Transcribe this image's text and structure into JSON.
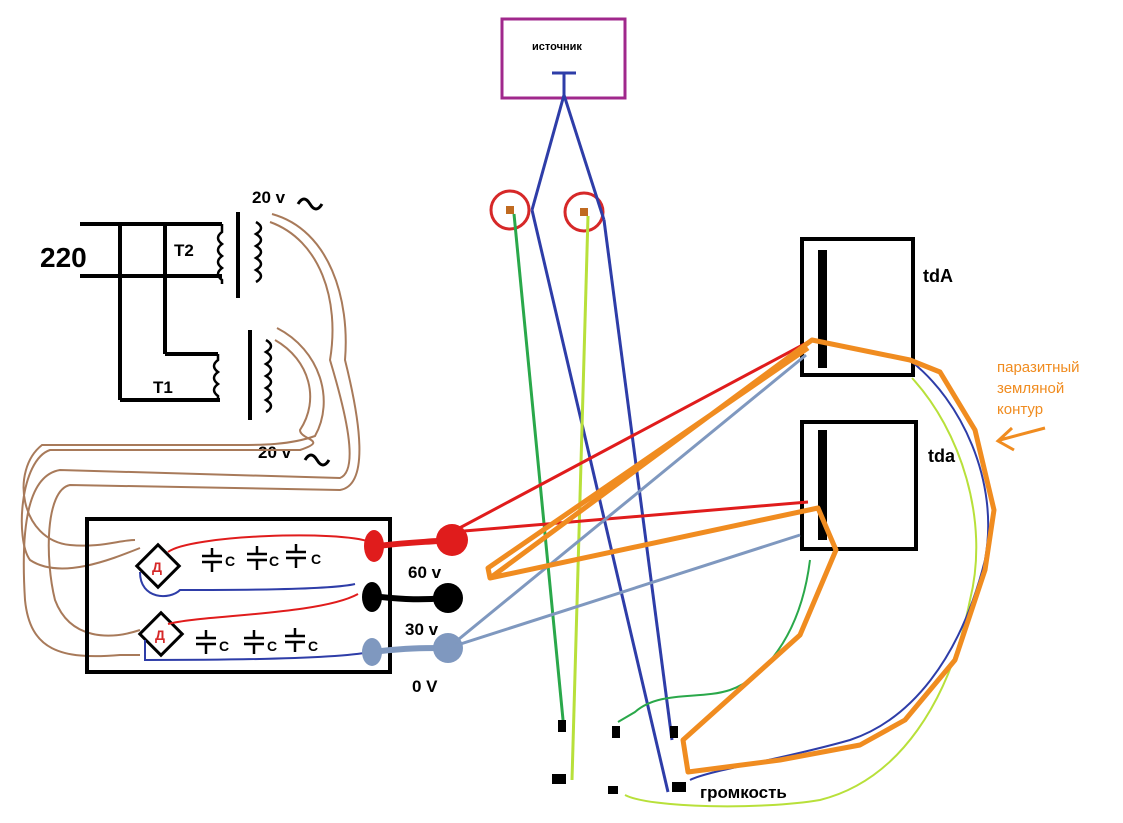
{
  "labels": {
    "mains_voltage": "220",
    "transformer_t2": "T2",
    "transformer_t1": "T1",
    "winding_t2_voltage": "20 v",
    "winding_t1_voltage": "20 v",
    "source": "источник",
    "amp_a": "tdA",
    "amp_b": "tda",
    "rail_60": "60 v",
    "rail_30": "30 v",
    "rail_0": "0 V",
    "volume": "громкость",
    "ground_loop_line1": "паразитный",
    "ground_loop_line2": "земляной",
    "ground_loop_line3": "контур",
    "diode_bridge": "Д",
    "capacitor": "C"
  },
  "colors": {
    "mains": "#000000",
    "source_box": "#a0288c",
    "signal_in": "#2e3da8",
    "plus_rail": "#e01c1c",
    "ground_rail": "#7f98bf",
    "ground_loop": "#f08c20",
    "winding_wire": "#a87a5a",
    "green_wire": "#2aa84a",
    "lime_wire": "#b8e03a",
    "input_jack": "#d62828",
    "diode_label": "#d62828"
  }
}
